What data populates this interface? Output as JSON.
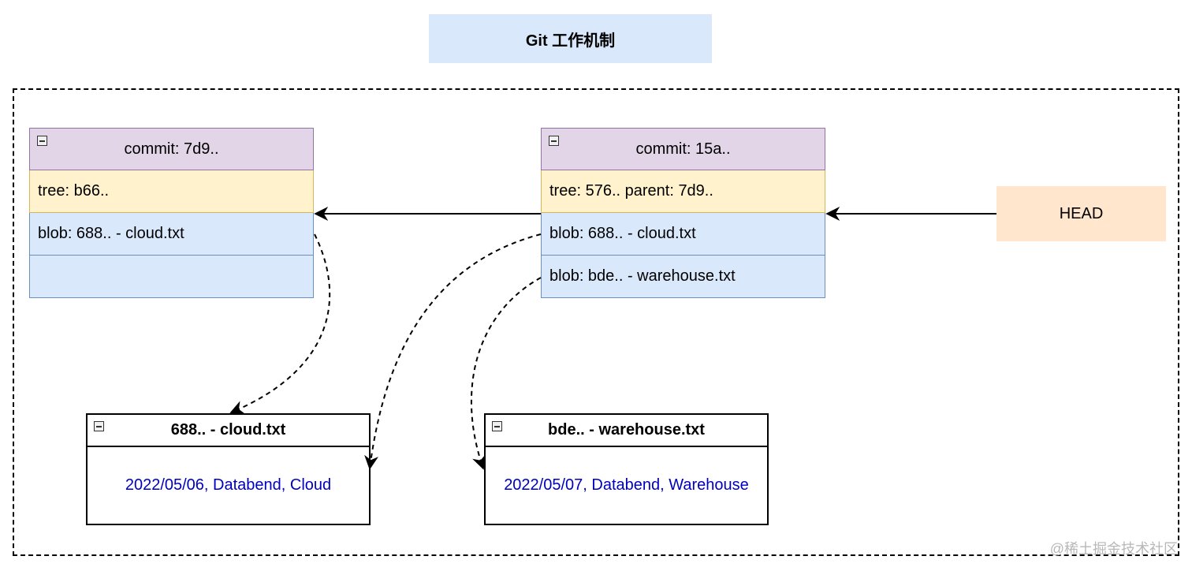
{
  "title": "Git 工作机制",
  "commits": [
    {
      "header": "commit: 7d9..",
      "tree": "tree: b66..",
      "blobs": [
        "blob: 688.. - cloud.txt",
        ""
      ]
    },
    {
      "header": "commit: 15a..",
      "tree": "tree: 576.. parent: 7d9..",
      "blobs": [
        "blob: 688.. - cloud.txt",
        "blob: bde.. - warehouse.txt"
      ]
    }
  ],
  "head_label": "HEAD",
  "files": [
    {
      "name": "688.. - cloud.txt",
      "content": "2022/05/06, Databend, Cloud"
    },
    {
      "name": "bde.. - warehouse.txt",
      "content": "2022/05/07, Databend, Warehouse"
    }
  ],
  "watermark": "@稀土掘金技术社区",
  "colors": {
    "title_bg": "#dae8fc",
    "commit_header_bg": "#e1d5e7",
    "tree_bg": "#fff2cc",
    "blob_bg": "#dae8fc",
    "head_bg": "#ffe6cc",
    "file_text": "#0000c0"
  }
}
